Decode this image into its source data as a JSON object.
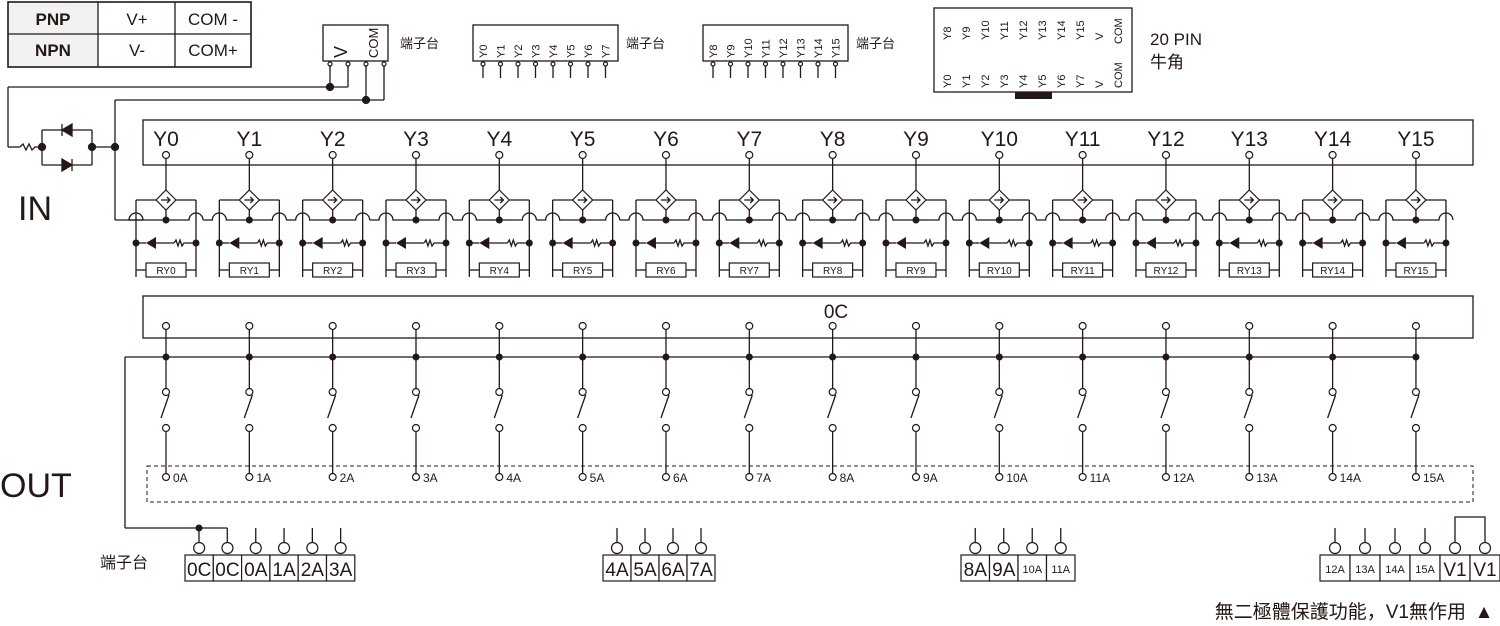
{
  "legend_table": {
    "rows": [
      {
        "type": "PNP",
        "v": "V+",
        "com": "COM -"
      },
      {
        "type": "NPN",
        "v": "V-",
        "com": "COM+"
      }
    ]
  },
  "power_terminal": {
    "labels": [
      "V",
      "COM"
    ],
    "caption": "端子台"
  },
  "terminal_y0_y7": {
    "pins": [
      "Y0",
      "Y1",
      "Y2",
      "Y3",
      "Y4",
      "Y5",
      "Y6",
      "Y7"
    ],
    "caption": "端子台"
  },
  "terminal_y8_y15": {
    "pins": [
      "Y8",
      "Y9",
      "Y10",
      "Y11",
      "Y12",
      "Y13",
      "Y14",
      "Y15"
    ],
    "caption": "端子台"
  },
  "header_20pin": {
    "top_row": [
      "Y8",
      "Y9",
      "Y10",
      "Y11",
      "Y12",
      "Y13",
      "Y14",
      "Y15",
      "V",
      "COM"
    ],
    "bottom_row": [
      "Y0",
      "Y1",
      "Y2",
      "Y3",
      "Y4",
      "Y5",
      "Y6",
      "Y7",
      "V",
      "COM"
    ],
    "title": "20  PIN",
    "subtitle": "牛角"
  },
  "section_in": "IN",
  "section_out": "OUT",
  "inputs": [
    "Y0",
    "Y1",
    "Y2",
    "Y3",
    "Y4",
    "Y5",
    "Y6",
    "Y7",
    "Y8",
    "Y9",
    "Y10",
    "Y11",
    "Y12",
    "Y13",
    "Y14",
    "Y15"
  ],
  "relays": [
    "RY0",
    "RY1",
    "RY2",
    "RY3",
    "RY4",
    "RY5",
    "RY6",
    "RY7",
    "RY8",
    "RY9",
    "RY10",
    "RY11",
    "RY12",
    "RY13",
    "RY14",
    "RY15"
  ],
  "common_label": "0C",
  "outputs": [
    "0A",
    "1A",
    "2A",
    "3A",
    "4A",
    "5A",
    "6A",
    "7A",
    "8A",
    "9A",
    "10A",
    "11A",
    "12A",
    "13A",
    "14A",
    "15A"
  ],
  "bottom_terminals": {
    "caption": "端子台",
    "groups": [
      [
        "0C",
        "0C",
        "0A",
        "1A",
        "2A",
        "3A"
      ],
      [
        "4A",
        "5A",
        "6A",
        "7A"
      ],
      [
        "8A",
        "9A",
        "10A",
        "11A"
      ],
      [
        "12A",
        "13A",
        "14A",
        "15A",
        "V1",
        "V1"
      ]
    ]
  },
  "footnote": "無二極體保護功能，V1無作用",
  "footnote_mark": "▲",
  "colors": {
    "line": "#231815",
    "table_header_bg": "#f2f2f2"
  }
}
